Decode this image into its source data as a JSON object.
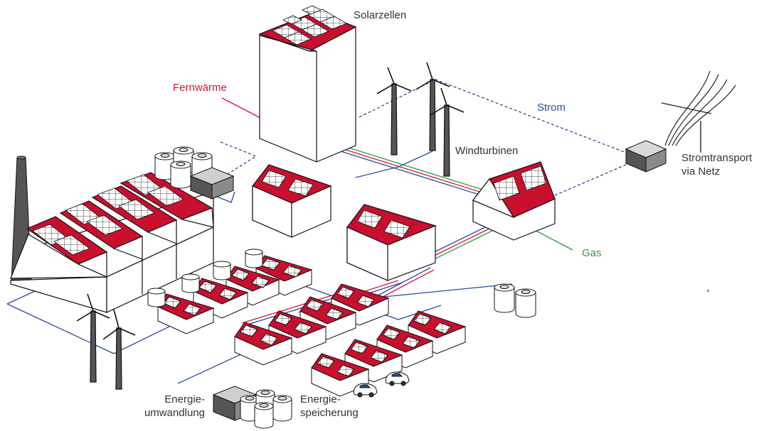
{
  "labels": {
    "solar": "Solarzellen",
    "district_heat": "Fernwärme",
    "power": "Strom",
    "wind": "Windturbinen",
    "transport_line1": "Stromtransport",
    "transport_line2": "via Netz",
    "gas": "Gas",
    "conversion_line1": "Energie-",
    "conversion_line2": "umwandlung",
    "storage_line1": "Energie-",
    "storage_line2": "speicherung"
  },
  "colors": {
    "heat": "#d4163a",
    "power": "#2b4b9b",
    "gas": "#2e9a3f",
    "roof": "#c8102e",
    "storage_unit": "#555555",
    "chimney": "#555555",
    "outline": "#111111"
  },
  "icons": [
    "solar-panel-icon",
    "wind-turbine-icon",
    "electric-car-icon",
    "storage-tank-icon",
    "transformer-icon",
    "chimney-icon",
    "power-pylon-icon"
  ]
}
